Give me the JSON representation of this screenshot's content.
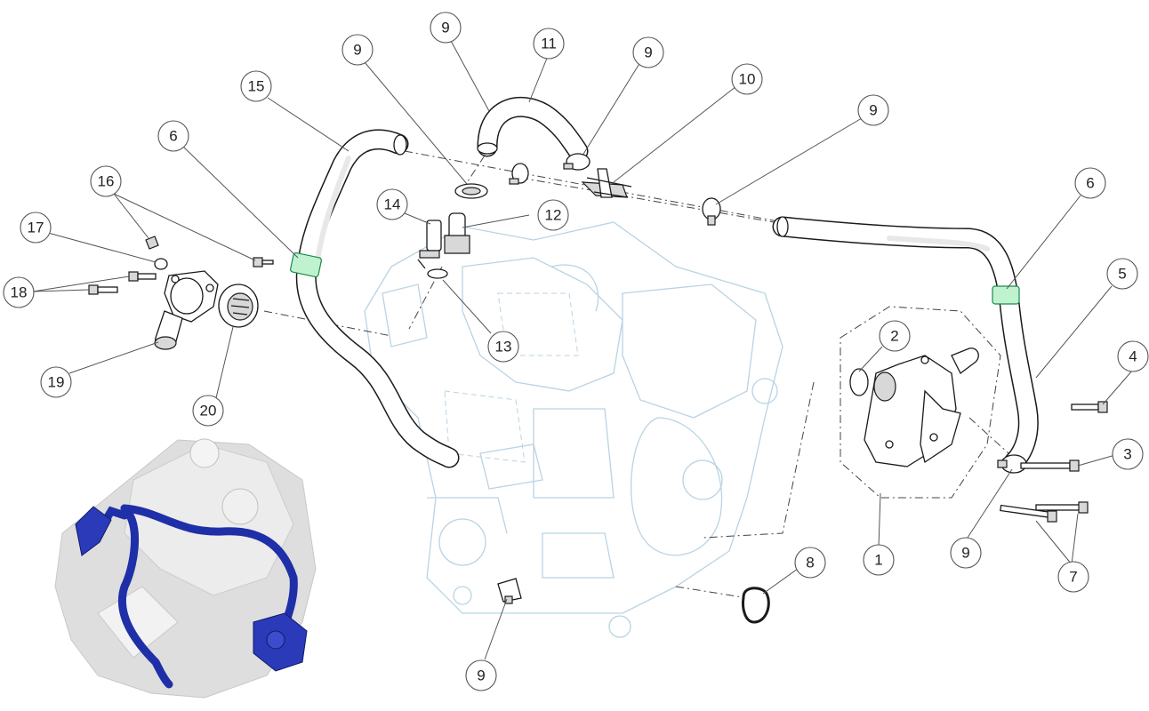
{
  "callouts": [
    {
      "id": "c1",
      "label": "1"
    },
    {
      "id": "c2",
      "label": "2"
    },
    {
      "id": "c3",
      "label": "3"
    },
    {
      "id": "c4",
      "label": "4"
    },
    {
      "id": "c5",
      "label": "5"
    },
    {
      "id": "c6a",
      "label": "6"
    },
    {
      "id": "c6b",
      "label": "6"
    },
    {
      "id": "c7",
      "label": "7"
    },
    {
      "id": "c8",
      "label": "8"
    },
    {
      "id": "c9a",
      "label": "9"
    },
    {
      "id": "c9b",
      "label": "9"
    },
    {
      "id": "c9c",
      "label": "9"
    },
    {
      "id": "c9d",
      "label": "9"
    },
    {
      "id": "c9e",
      "label": "9"
    },
    {
      "id": "c9f",
      "label": "9"
    },
    {
      "id": "c10",
      "label": "10"
    },
    {
      "id": "c11",
      "label": "11"
    },
    {
      "id": "c12",
      "label": "12"
    },
    {
      "id": "c13",
      "label": "13"
    },
    {
      "id": "c14",
      "label": "14"
    },
    {
      "id": "c15",
      "label": "15"
    },
    {
      "id": "c16",
      "label": "16"
    },
    {
      "id": "c17",
      "label": "17"
    },
    {
      "id": "c18",
      "label": "18"
    },
    {
      "id": "c19",
      "label": "19"
    },
    {
      "id": "c20",
      "label": "20"
    }
  ],
  "colors": {
    "engine_ghost": "#b9d3e3",
    "highlight_clip": "#bff2cf",
    "inset_hose_blue": "#1f2fa8"
  }
}
